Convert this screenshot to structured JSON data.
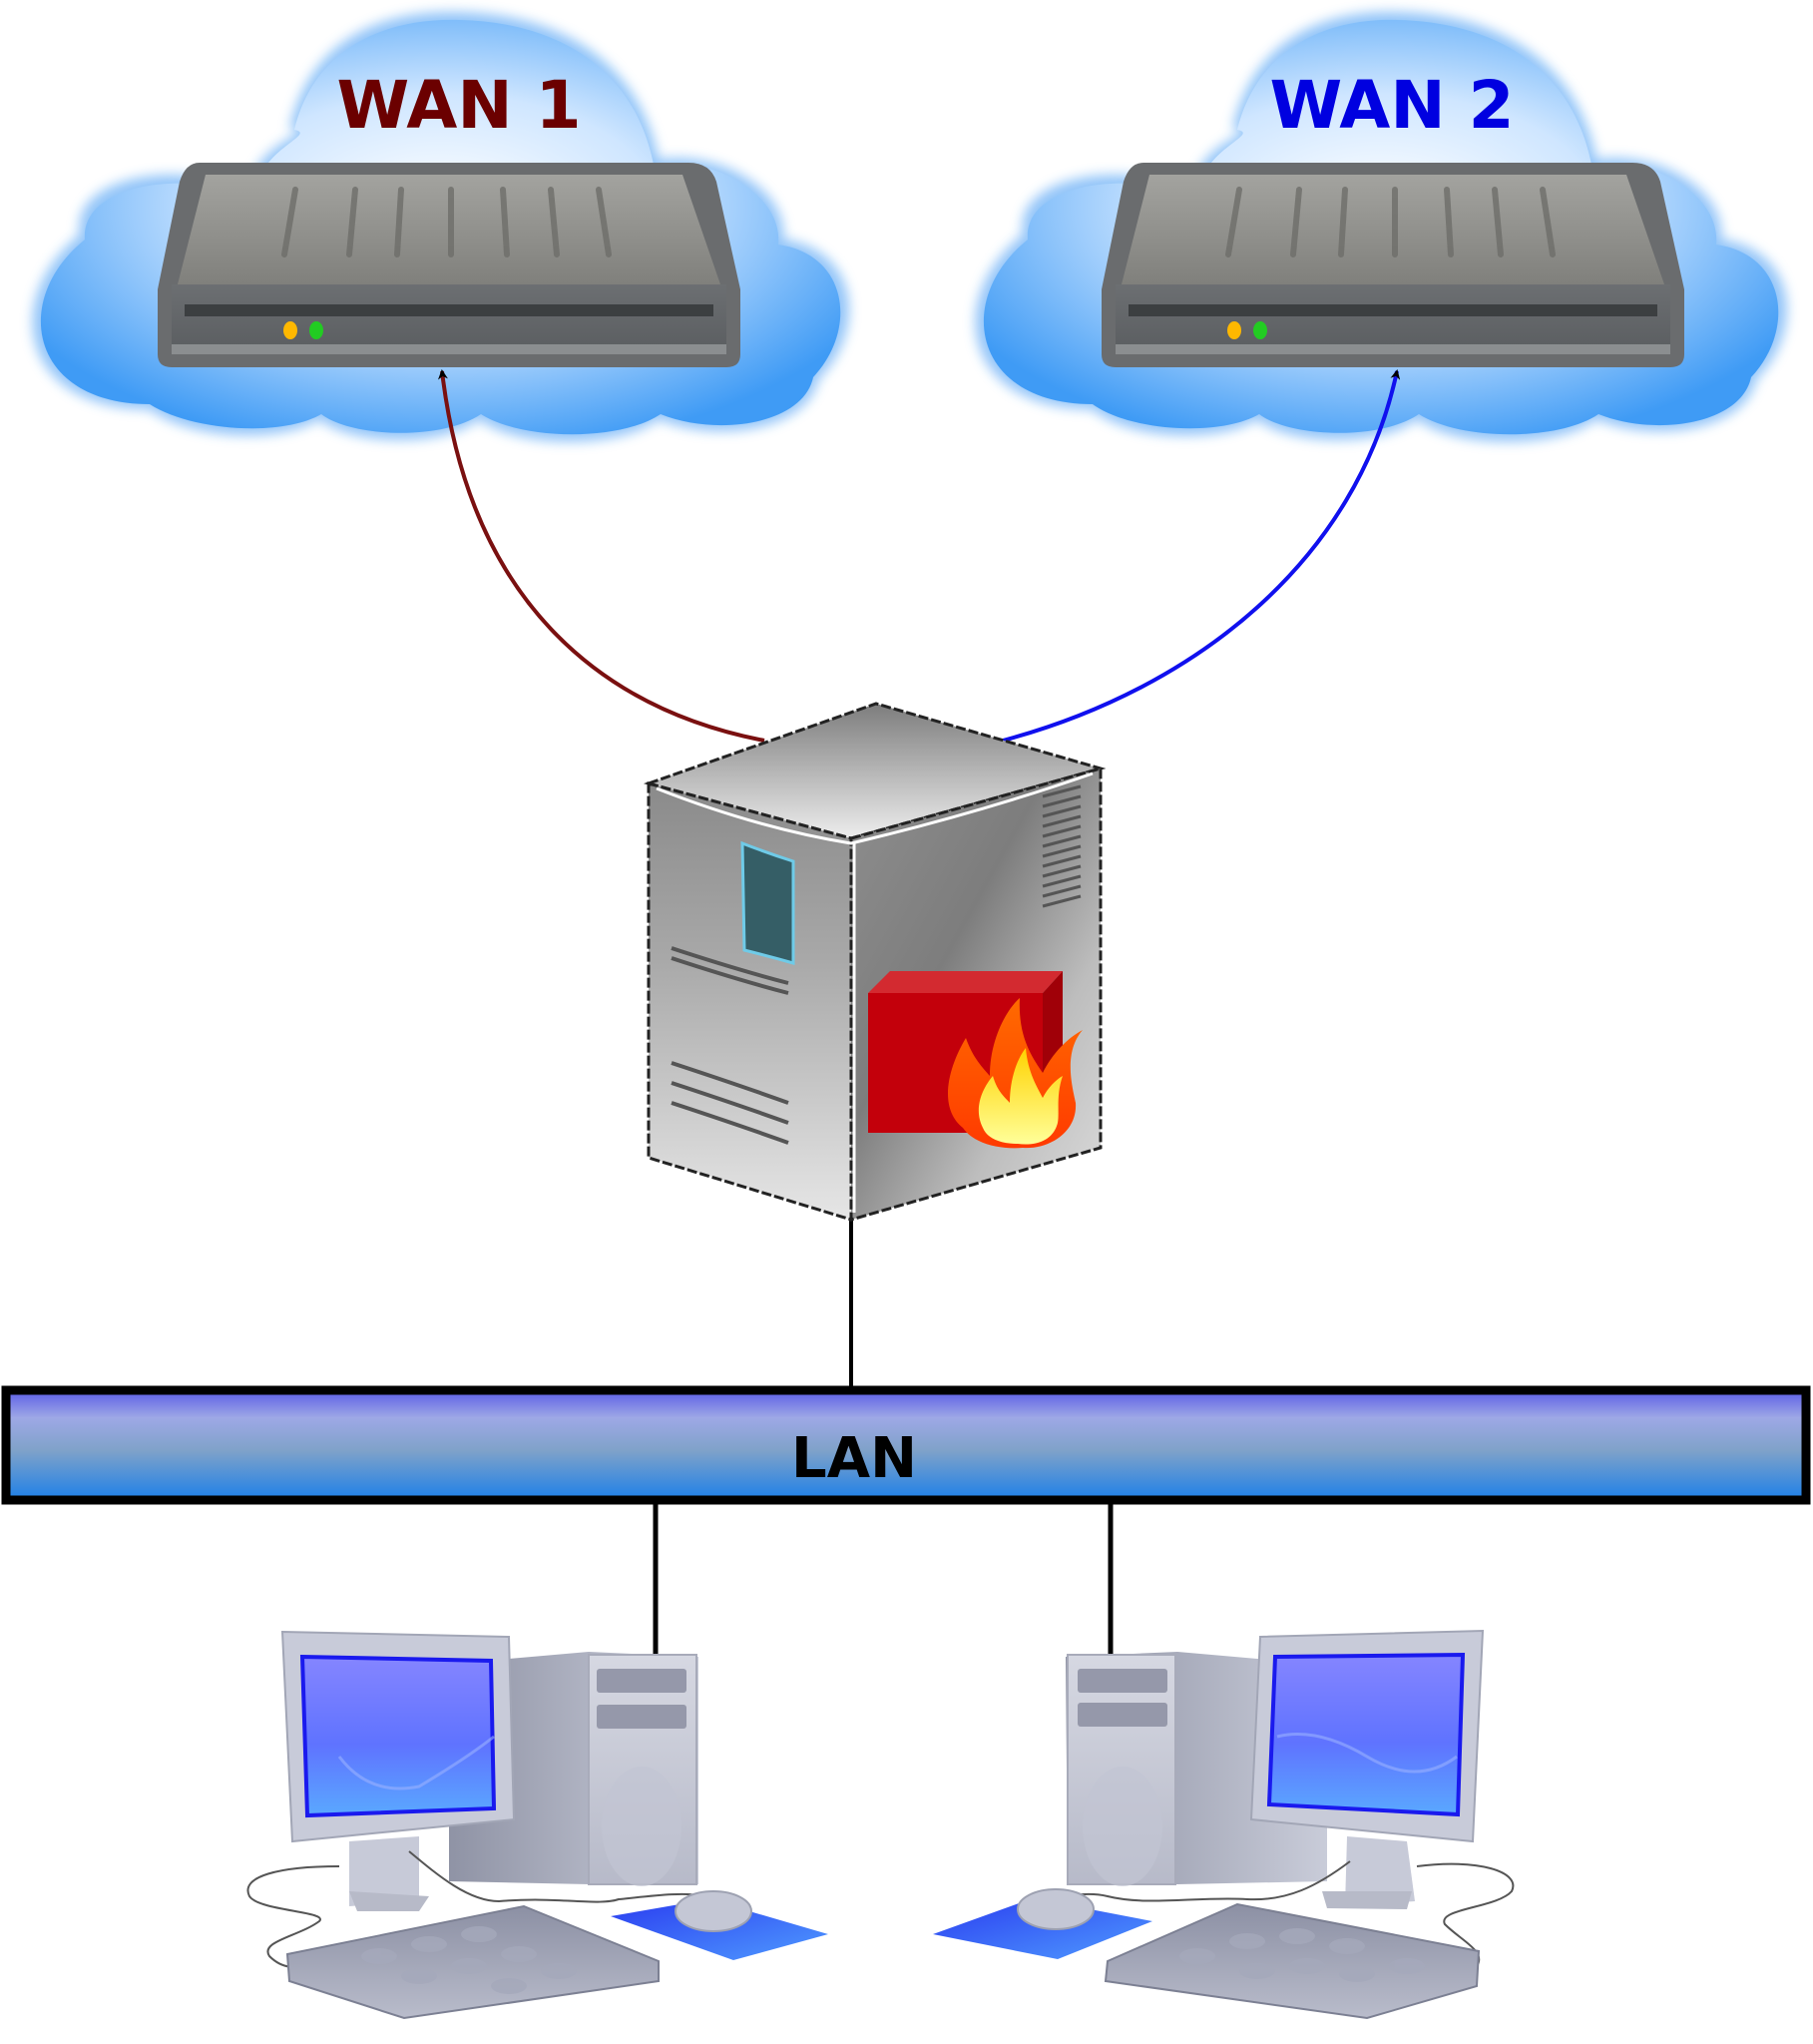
{
  "diagram": {
    "type": "network-topology",
    "nodes": {
      "wan1": {
        "label": "WAN 1",
        "label_color": "#6b0000",
        "device": "modem",
        "leds": [
          "#ffb800",
          "#22cc22"
        ]
      },
      "wan2": {
        "label": "WAN 2",
        "label_color": "#0000e0",
        "device": "modem",
        "leds": [
          "#ffb800",
          "#22cc22"
        ]
      },
      "firewall": {
        "device": "firewall-server"
      },
      "lan": {
        "label": "LAN"
      },
      "pc_left": {
        "device": "desktop-computer"
      },
      "pc_right": {
        "device": "desktop-computer"
      }
    },
    "links": [
      {
        "from": "firewall",
        "to": "wan1",
        "color": "#7a1010",
        "arrow": "end"
      },
      {
        "from": "firewall",
        "to": "wan2",
        "color": "#1010ee",
        "arrow": "end"
      },
      {
        "from": "firewall",
        "to": "lan",
        "color": "#000000",
        "arrow": "none"
      },
      {
        "from": "lan",
        "to": "pc_left",
        "color": "#000000",
        "arrow": "none"
      },
      {
        "from": "lan",
        "to": "pc_right",
        "color": "#000000",
        "arrow": "none"
      }
    ]
  }
}
